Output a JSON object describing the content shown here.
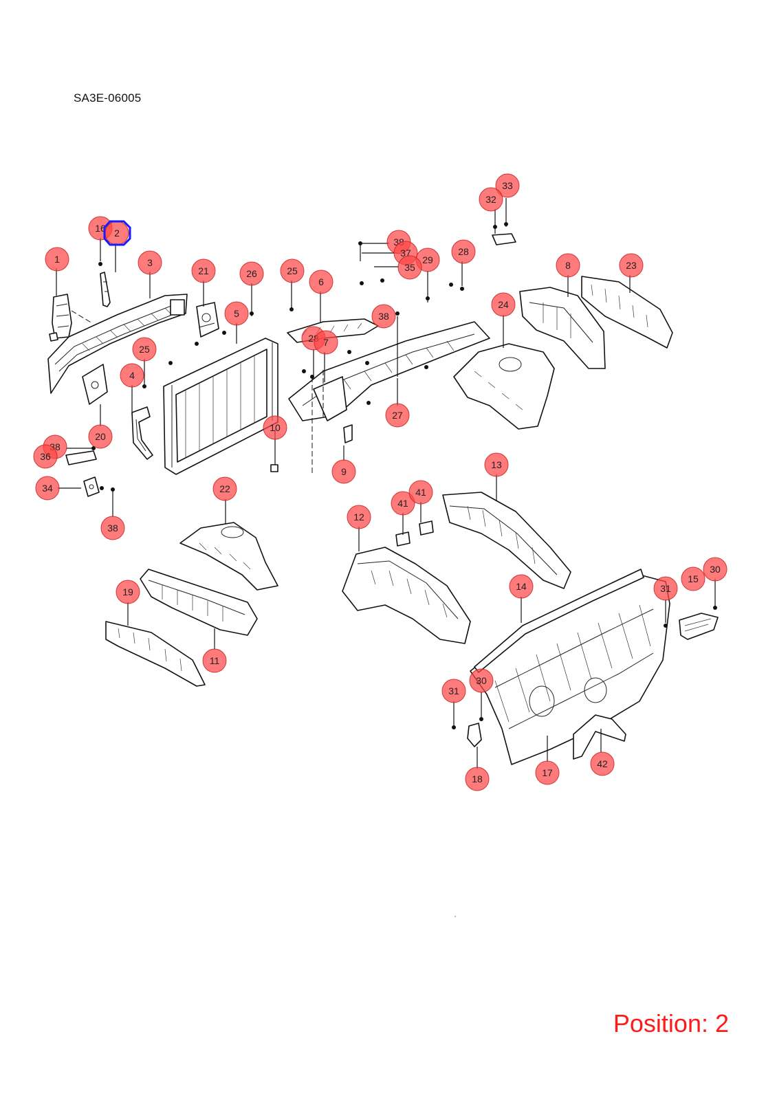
{
  "diagram": {
    "code": "SA3E-06005",
    "position_label": "Position: 2",
    "highlight_color": "#1a1aff",
    "callout_color": "#ff4646",
    "highlighted_callout": "2",
    "callouts": [
      {
        "label": "33"
      },
      {
        "label": "32"
      },
      {
        "label": "16"
      },
      {
        "label": "2"
      },
      {
        "label": "38"
      },
      {
        "label": "37"
      },
      {
        "label": "29"
      },
      {
        "label": "35"
      },
      {
        "label": "28"
      },
      {
        "label": "1"
      },
      {
        "label": "3"
      },
      {
        "label": "21"
      },
      {
        "label": "26"
      },
      {
        "label": "25"
      },
      {
        "label": "6"
      },
      {
        "label": "8"
      },
      {
        "label": "23"
      },
      {
        "label": "24"
      },
      {
        "label": "38"
      },
      {
        "label": "5"
      },
      {
        "label": "28"
      },
      {
        "label": "7"
      },
      {
        "label": "25"
      },
      {
        "label": "4"
      },
      {
        "label": "20"
      },
      {
        "label": "27"
      },
      {
        "label": "10"
      },
      {
        "label": "9"
      },
      {
        "label": "38"
      },
      {
        "label": "36"
      },
      {
        "label": "34"
      },
      {
        "label": "38"
      },
      {
        "label": "22"
      },
      {
        "label": "13"
      },
      {
        "label": "41"
      },
      {
        "label": "41"
      },
      {
        "label": "12"
      },
      {
        "label": "19"
      },
      {
        "label": "11"
      },
      {
        "label": "14"
      },
      {
        "label": "30"
      },
      {
        "label": "31"
      },
      {
        "label": "15"
      },
      {
        "label": "31"
      },
      {
        "label": "30"
      },
      {
        "label": "42"
      },
      {
        "label": "18"
      },
      {
        "label": "17"
      }
    ]
  }
}
